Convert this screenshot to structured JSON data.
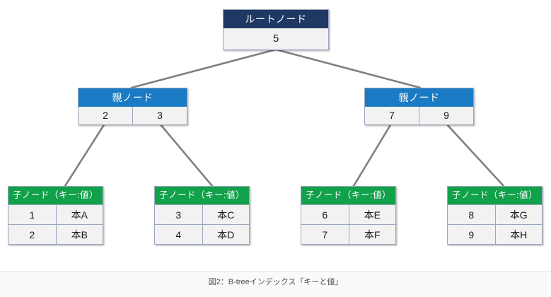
{
  "figure": {
    "caption": "図2：B-treeインデックス「キーと値」",
    "colors": {
      "root_header": "#1F3864",
      "parent_header": "#1B7AC4",
      "child_header": "#12A14B",
      "cell_background": "#F2F2F2",
      "cell_border": "#9AA6BD",
      "connector": "#808080",
      "page_background": "#FFFFFF",
      "caption_band": "#FAFAFA"
    }
  },
  "tree": {
    "root": {
      "header": "ルートノード",
      "keys": [
        "5"
      ]
    },
    "parents": [
      {
        "header": "親ノード",
        "keys": [
          "2",
          "3"
        ]
      },
      {
        "header": "親ノード",
        "keys": [
          "7",
          "9"
        ]
      }
    ],
    "children": [
      {
        "header": "子ノード（キー:値）",
        "rows": [
          {
            "key": "1",
            "value": "本A"
          },
          {
            "key": "2",
            "value": "本B"
          }
        ]
      },
      {
        "header": "子ノード（キー:値）",
        "rows": [
          {
            "key": "3",
            "value": "本C"
          },
          {
            "key": "4",
            "value": "本D"
          }
        ]
      },
      {
        "header": "子ノード（キー:値）",
        "rows": [
          {
            "key": "6",
            "value": "本E"
          },
          {
            "key": "7",
            "value": "本F"
          }
        ]
      },
      {
        "header": "子ノード（キー:値）",
        "rows": [
          {
            "key": "8",
            "value": "本G"
          },
          {
            "key": "9",
            "value": "本H"
          }
        ]
      }
    ]
  }
}
